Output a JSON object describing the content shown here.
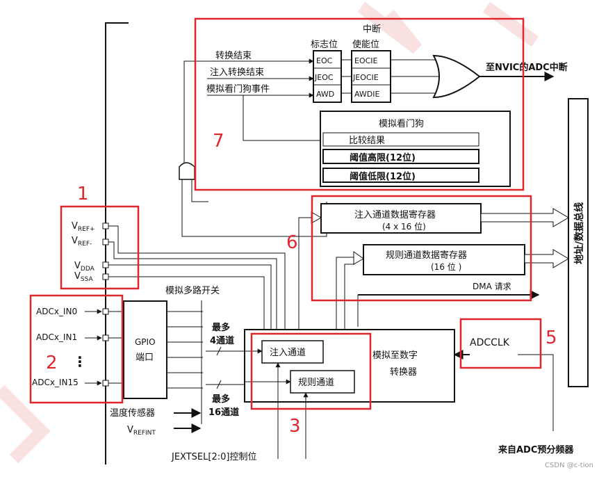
{
  "colors": {
    "line": "#111111",
    "highlight": "#e0262d",
    "watermark": "#f6caca",
    "background": "#ffffff"
  },
  "block_numbers": [
    "7",
    "1",
    "6",
    "2",
    "5",
    "3"
  ],
  "interrupt": {
    "header_flag": "标志位",
    "header_enable_1": "中断",
    "header_enable_2": "使能位",
    "flags": [
      "EOC",
      "JEOC",
      "AWD"
    ],
    "enables": [
      "EOCIE",
      "JEOCIE",
      "AWDIE"
    ],
    "events": [
      "转换结束",
      "注入转换结束",
      "模拟看门狗事件"
    ],
    "output": "至NVIC的ADC中断"
  },
  "watchdog": {
    "title": "模拟看门狗",
    "compare": "比较结果",
    "high": "阈值高限(12位)",
    "low": "阈值低限(12位)"
  },
  "registers": {
    "injected": "注入通道数据寄存器",
    "injected_size": "(4 x 16 位)",
    "regular": "规则通道数据寄存器",
    "regular_size": "(16 位 )",
    "dma": "DMA 请求"
  },
  "bus": {
    "label": "地址/数据总线"
  },
  "power_pins": [
    {
      "main": "V",
      "sub": "REF+"
    },
    {
      "main": "V",
      "sub": "REF-"
    },
    {
      "main": "V",
      "sub": "DDA"
    },
    {
      "main": "V",
      "sub": "SSA"
    }
  ],
  "inputs": {
    "in0": "ADCx_IN0",
    "in1": "ADCx_IN1",
    "dots": "⋮",
    "in15": "ADCx_IN15"
  },
  "gpio": {
    "line1": "GPIO",
    "line2": "端口"
  },
  "mux": {
    "title": "模拟多路开关"
  },
  "channels": {
    "injected_max_1": "最多",
    "injected_max_2": "4通道",
    "regular_max_1": "最多",
    "regular_max_2": "16通道",
    "injected": "注入通道",
    "regular": "规则通道"
  },
  "adc": {
    "line1": "模拟至数字",
    "line2": "转换器"
  },
  "internal": {
    "temp": "温度传感器",
    "vref_main": "V",
    "vref_sub": "REFINT"
  },
  "trigger": {
    "jext": "JEXTSEL[2:0]控制位"
  },
  "clock": {
    "adcclk": "ADCCLK",
    "source": "来自ADC预分频器"
  },
  "credit": "CSDN @c-tion"
}
